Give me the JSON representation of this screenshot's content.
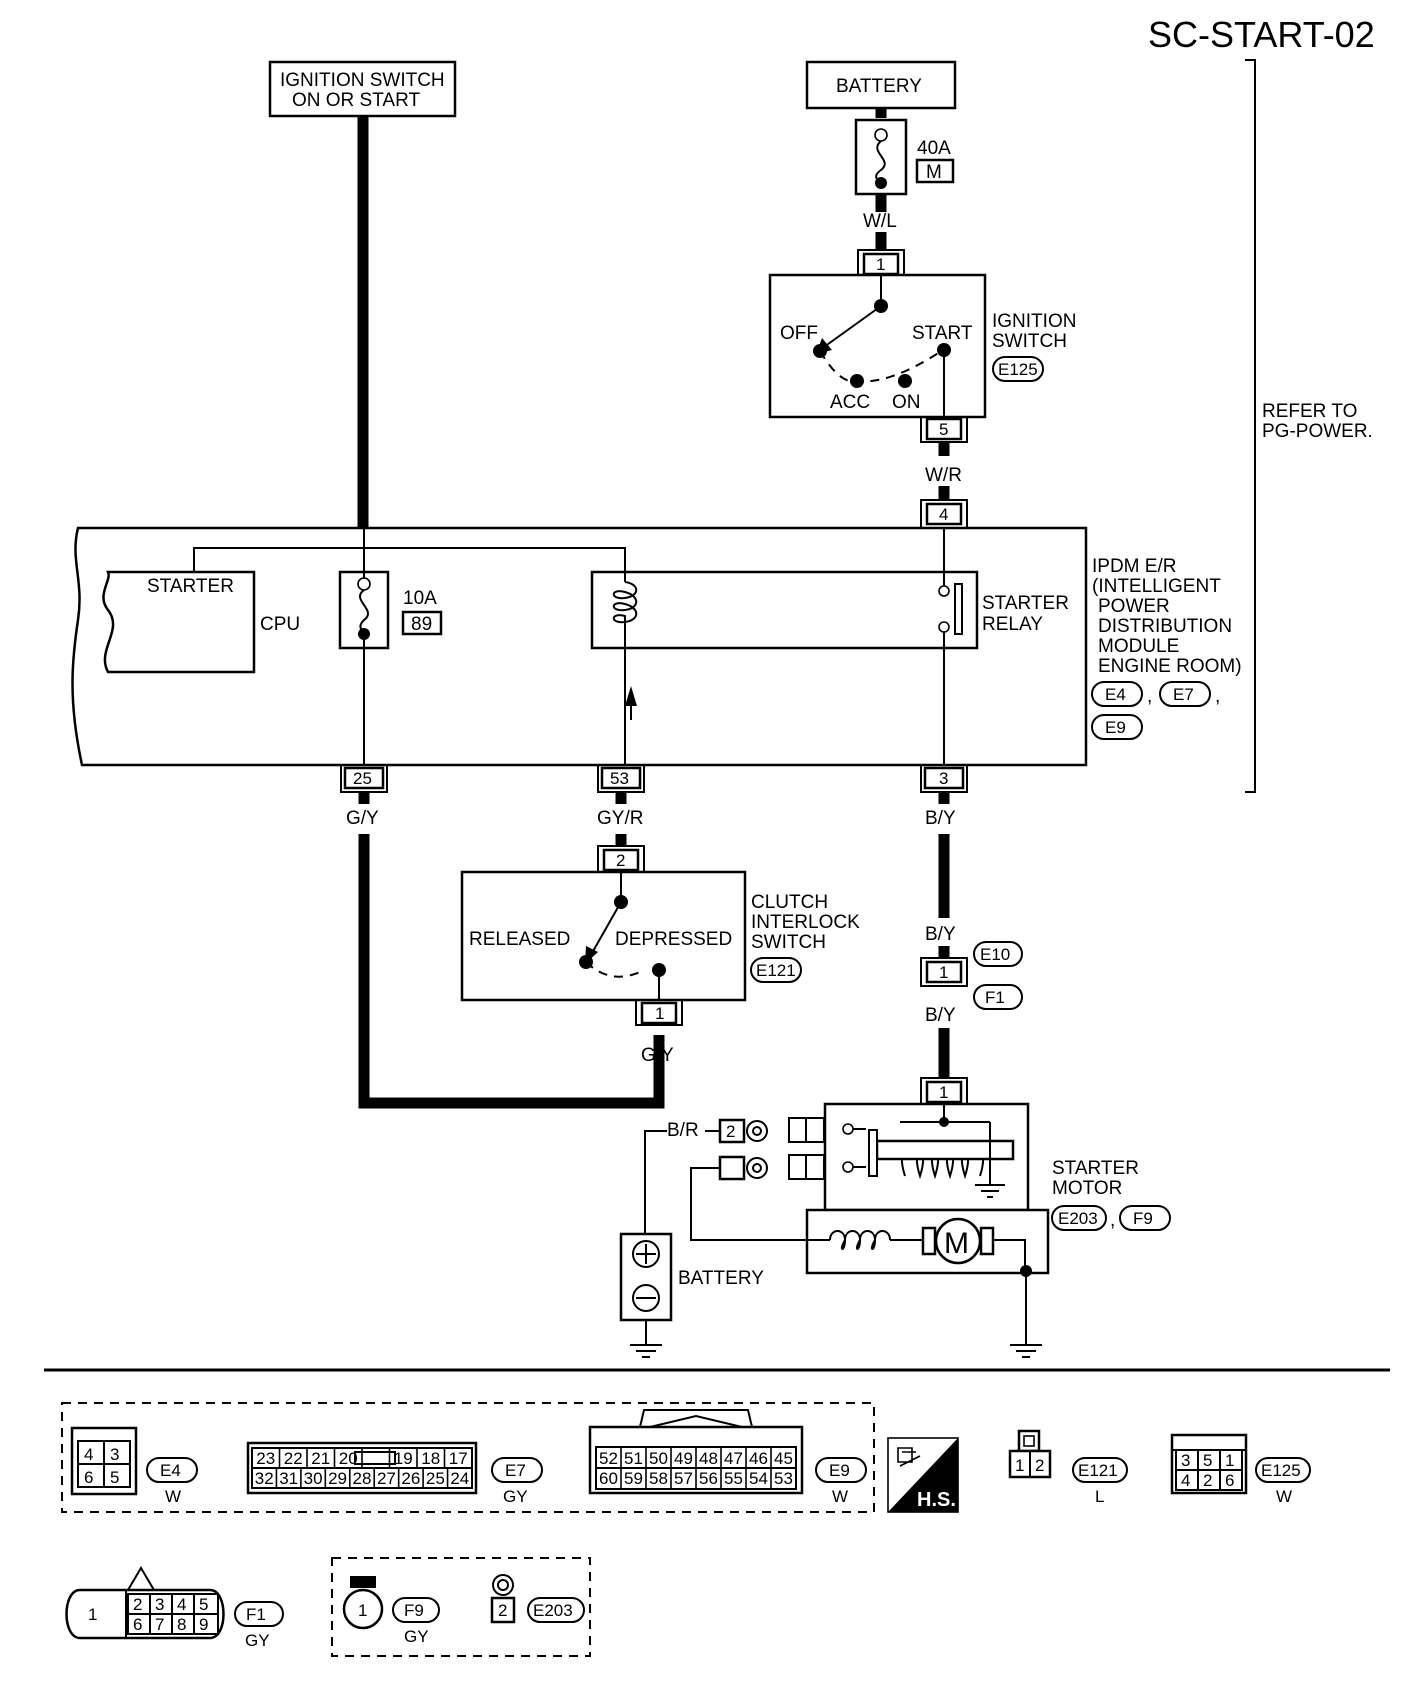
{
  "title": "SC-START-02",
  "labels": {
    "ign_switch_source": [
      "IGNITION SWITCH",
      "ON OR START"
    ],
    "battery_top": "BATTERY",
    "fuse_40a": "40A",
    "fuse_40a_code": "M",
    "wire_wl": "W/L",
    "ign_pin_1": "1",
    "ign_off": "OFF",
    "ign_start": "START",
    "ign_acc": "ACC",
    "ign_on": "ON",
    "ign_switch_name": [
      "IGNITION",
      "SWITCH"
    ],
    "ign_switch_conn": "E125",
    "ign_pin_5": "5",
    "wire_wr": "W/R",
    "ipdm_pin_4": "4",
    "refer_to": [
      "REFER TO",
      "PG-POWER."
    ],
    "cpu_starter": "STARTER",
    "cpu": "CPU",
    "fuse_10a": "10A",
    "fuse_10a_code": "89",
    "starter_relay": [
      "STARTER",
      "RELAY"
    ],
    "ipdm_name": [
      "IPDM E/R",
      "(INTELLIGENT",
      "POWER",
      "DISTRIBUTION",
      "MODULE",
      "ENGINE ROOM)"
    ],
    "ipdm_conns": [
      "E4",
      "E7",
      "E9"
    ],
    "ipdm_pin_25": "25",
    "ipdm_pin_53": "53",
    "ipdm_pin_3": "3",
    "wire_gy": "G/Y",
    "wire_gyr": "GY/R",
    "wire_by": "B/Y",
    "clutch_pin_2": "2",
    "clutch_released": "RELEASED",
    "clutch_depressed": "DEPRESSED",
    "clutch_name": [
      "CLUTCH",
      "INTERLOCK",
      "SWITCH"
    ],
    "clutch_conn": "E121",
    "clutch_pin_1": "1",
    "wire_gy2": "G/Y",
    "wire_by2": "B/Y",
    "jc_e10": "E10",
    "jc_pin_1": "1",
    "jc_f1": "F1",
    "wire_by3": "B/Y",
    "starter_pin_1": "1",
    "wire_br": "B/R",
    "starter_pin_2": "2",
    "motor_m": "M",
    "starter_motor": [
      "STARTER",
      "MOTOR"
    ],
    "starter_conns": [
      "E203",
      "F9"
    ],
    "battery_bottom": "BATTERY"
  },
  "connectors": {
    "e4": {
      "id": "E4",
      "color": "W",
      "rows": [
        [
          "4",
          "3"
        ],
        [
          "6",
          "5"
        ]
      ]
    },
    "e7": {
      "id": "E7",
      "color": "GY",
      "rows": [
        [
          "23",
          "22",
          "21",
          "20",
          "",
          "19",
          "18",
          "17"
        ],
        [
          "32",
          "31",
          "30",
          "29",
          "28",
          "27",
          "26",
          "25",
          "24"
        ]
      ]
    },
    "e9": {
      "id": "E9",
      "color": "W",
      "rows": [
        [
          "52",
          "51",
          "50",
          "49",
          "48",
          "47",
          "46",
          "45"
        ],
        [
          "60",
          "59",
          "58",
          "57",
          "56",
          "55",
          "54",
          "53"
        ]
      ]
    },
    "hs": "H.S.",
    "e121": {
      "id": "E121",
      "color": "L",
      "rows": [
        [
          "1",
          "2"
        ]
      ]
    },
    "e125": {
      "id": "E125",
      "color": "W",
      "rows": [
        [
          "3",
          "5",
          "1"
        ],
        [
          "4",
          "2",
          "6"
        ]
      ]
    },
    "f1": {
      "id": "F1",
      "color": "GY",
      "single": "1",
      "rows": [
        [
          "2",
          "3",
          "4",
          "5"
        ],
        [
          "6",
          "7",
          "8",
          "9"
        ]
      ]
    },
    "f9": {
      "id": "F9",
      "color": "GY",
      "pin": "1"
    },
    "e203": {
      "id": "E203",
      "pin": "2"
    }
  }
}
